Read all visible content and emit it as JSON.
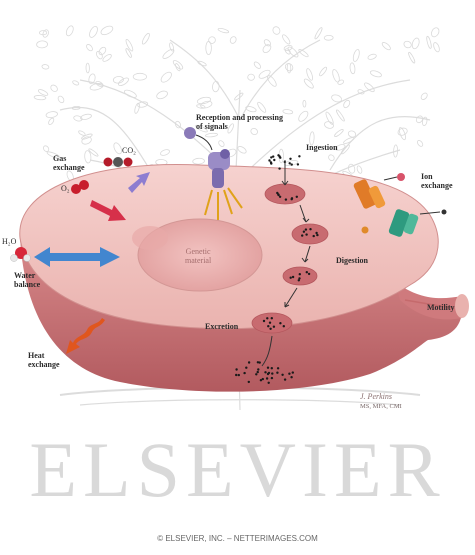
{
  "labels": {
    "reception": "Reception and processing\nof signals",
    "ingestion": "Ingestion",
    "gas_exchange": "Gas\nexchange",
    "co2": "CO₂",
    "o2": "O₂",
    "ion_exchange": "Ion\nexchange",
    "h2o": "H₂O",
    "water_balance": "Water\nbalance",
    "genetic_material": "Genetic\nmaterial",
    "digestion": "Digestion",
    "motility": "Motility",
    "excretion": "Excretion",
    "heat_exchange": "Heat\nexchange",
    "signature_name": "J. Perkins",
    "signature_credentials": "MS, MFA, CMI"
  },
  "watermark": "ELSEVIER",
  "copyright": "© ELSEVIER, INC. – NETTERIMAGES.COM",
  "colors": {
    "cell": "#e8a7a4",
    "cell_dark": "#b95f62",
    "arrow_blue": "#2f7fd0",
    "arrow_red": "#d6304a",
    "arrow_orange": "#e0561e"
  }
}
